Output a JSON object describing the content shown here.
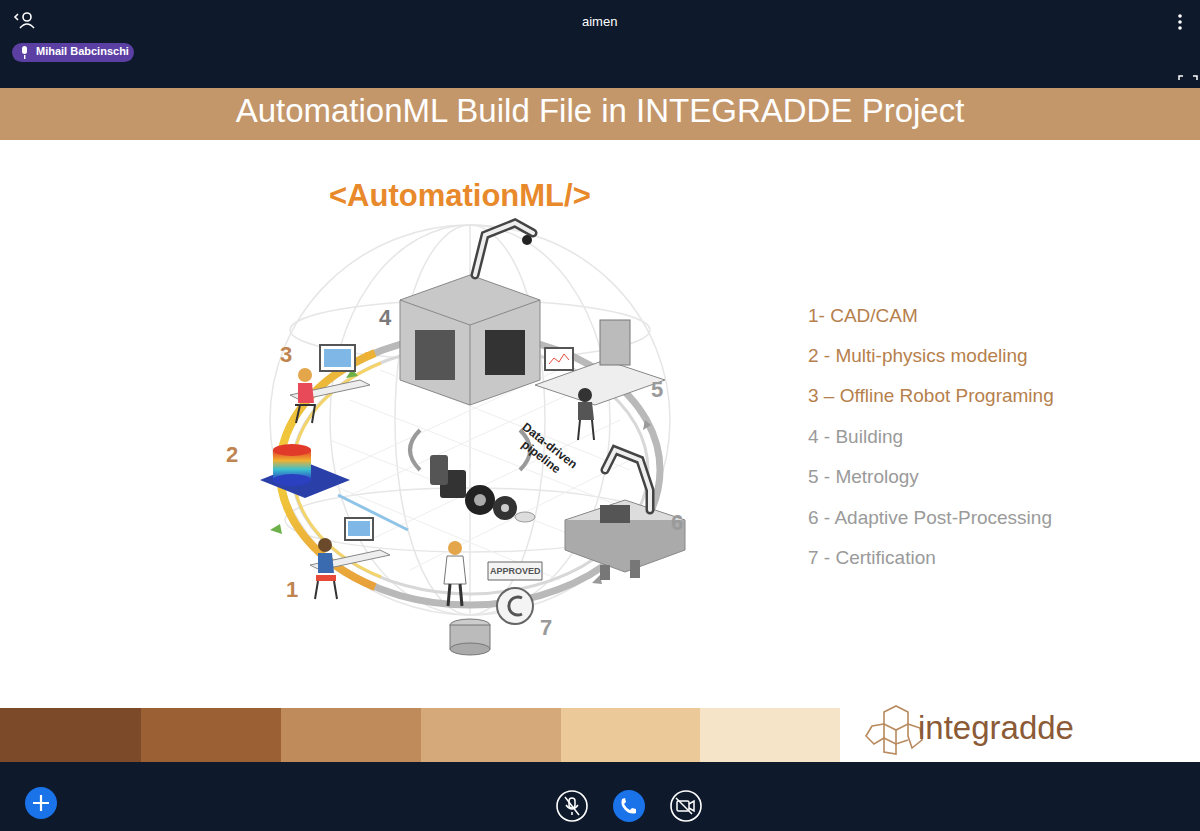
{
  "diagram": {
    "title": "AutomationML Build File in INTEGRADDE Project",
    "labels": [
      "aimen",
      "Mihail Babcinschi",
      "<AutomationML/>",
      "4",
      "3",
      "5",
      "2",
      "Data-driven pipeline",
      "6",
      "1",
      "APPROVED",
      "7",
      "1- CAD/CAM",
      "2 - Multi-physics modeling",
      "3 – Offline Robot Programing",
      "4 - Building",
      "5 - Metrology",
      "6 - Adaptive Post-Processing",
      "7 - Certification",
      "integradde"
    ]
  }
}
